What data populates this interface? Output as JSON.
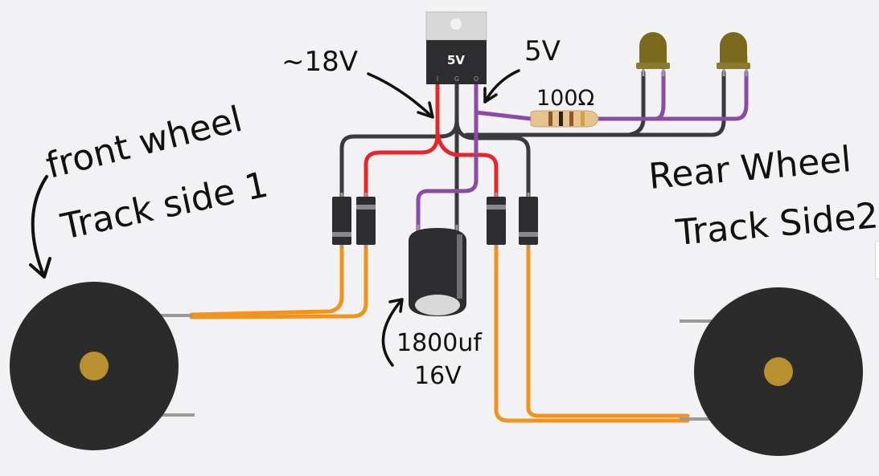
{
  "regulator": {
    "label": "5V",
    "pins": [
      "I",
      "G",
      "O"
    ]
  },
  "annotations": {
    "input_voltage": "~18V",
    "output_voltage": "5V",
    "resistor": "100Ω",
    "front_wheel_line1": "front wheel",
    "front_wheel_line2": "Track side 1",
    "rear_wheel_line1": "Rear Wheel",
    "rear_wheel_line2": "Track Side2",
    "capacitor_line1": "1800uf",
    "capacitor_line2": "16V"
  },
  "colors": {
    "background": "#f2f2f4",
    "wire_black": "#3a3a3c",
    "wire_red": "#e5262b",
    "wire_purple": "#8a4aa6",
    "wire_orange": "#f0941e",
    "led": "#7b6a1e",
    "wheel": "#2b2b2b",
    "hub": "#b8902f"
  }
}
